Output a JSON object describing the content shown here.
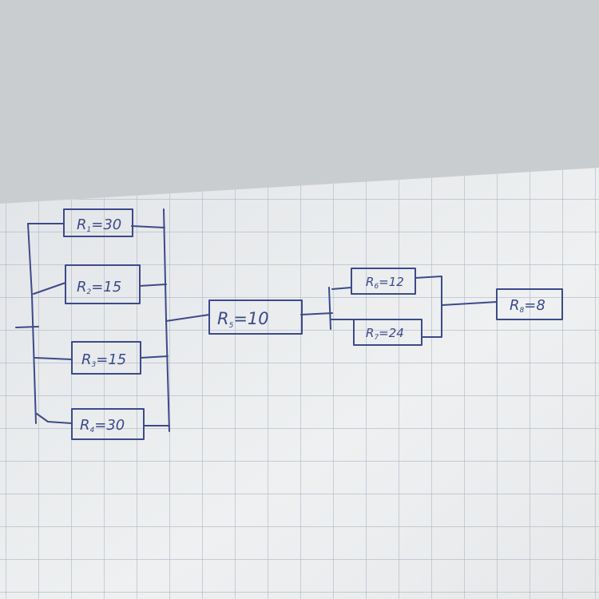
{
  "resistors": [
    {
      "id": "R1",
      "letter": "R",
      "sub": "1",
      "value": "=30"
    },
    {
      "id": "R2",
      "letter": "R",
      "sub": "2",
      "value": "=15"
    },
    {
      "id": "R3",
      "letter": "R",
      "sub": "3",
      "value": "=15"
    },
    {
      "id": "R4",
      "letter": "R",
      "sub": "4",
      "value": "=30"
    },
    {
      "id": "R5",
      "letter": "R",
      "sub": "5",
      "value": "=10"
    },
    {
      "id": "R6",
      "letter": "R",
      "sub": "6",
      "value": "=12"
    },
    {
      "id": "R7",
      "letter": "R",
      "sub": "7",
      "value": "=24"
    },
    {
      "id": "R8",
      "letter": "R",
      "sub": "8",
      "value": "=8"
    }
  ],
  "colors": {
    "ink": "#3c4a8a",
    "grid": "#aeb6c4",
    "paper": "#eceef0",
    "wall": "#c9cdd0"
  }
}
